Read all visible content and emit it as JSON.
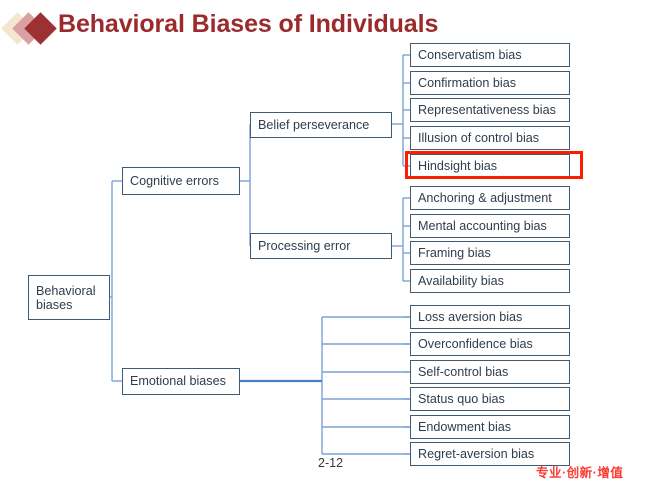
{
  "header": {
    "title": "Behavioral Biases of Individuals",
    "accent_color": "#9b2a2d",
    "decoration": {
      "name": "three-diamonds",
      "colors": [
        "#f5e6cf",
        "#d9a0a3",
        "#9c3032"
      ]
    }
  },
  "diagram": {
    "type": "mindmap",
    "line_color": "#6f9ad1",
    "node_border_color": "#3f5a73",
    "highlight_color": "#fa1f00",
    "root": {
      "label": "Behavioral\nbiases"
    },
    "branches": [
      {
        "label": "Cognitive errors",
        "subbranches": [
          {
            "label": "Belief perseverance",
            "leaves": [
              {
                "label": "Conservatism bias",
                "highlighted": false
              },
              {
                "label": "Confirmation bias",
                "highlighted": false
              },
              {
                "label": "Representativeness bias",
                "highlighted": false
              },
              {
                "label": "Illusion of control bias",
                "highlighted": false
              },
              {
                "label": "Hindsight bias",
                "highlighted": true
              }
            ]
          },
          {
            "label": "Processing error",
            "leaves": [
              {
                "label": "Anchoring & adjustment",
                "highlighted": false
              },
              {
                "label": "Mental accounting bias",
                "highlighted": false
              },
              {
                "label": "Framing bias",
                "highlighted": false
              },
              {
                "label": "Availability bias",
                "highlighted": false
              }
            ]
          }
        ]
      },
      {
        "label": "Emotional biases",
        "subbranches": [],
        "leaves": [
          {
            "label": "Loss aversion bias",
            "highlighted": false
          },
          {
            "label": "Overconfidence bias",
            "highlighted": false
          },
          {
            "label": "Self-control bias",
            "highlighted": false
          },
          {
            "label": "Status quo bias",
            "highlighted": false
          },
          {
            "label": "Endowment bias",
            "highlighted": false
          },
          {
            "label": "Regret-aversion bias",
            "highlighted": false
          }
        ]
      }
    ]
  },
  "footer": {
    "page_number": "2-12",
    "watermark": "专业·创新·增值",
    "watermark_color": "#fb3b30"
  }
}
